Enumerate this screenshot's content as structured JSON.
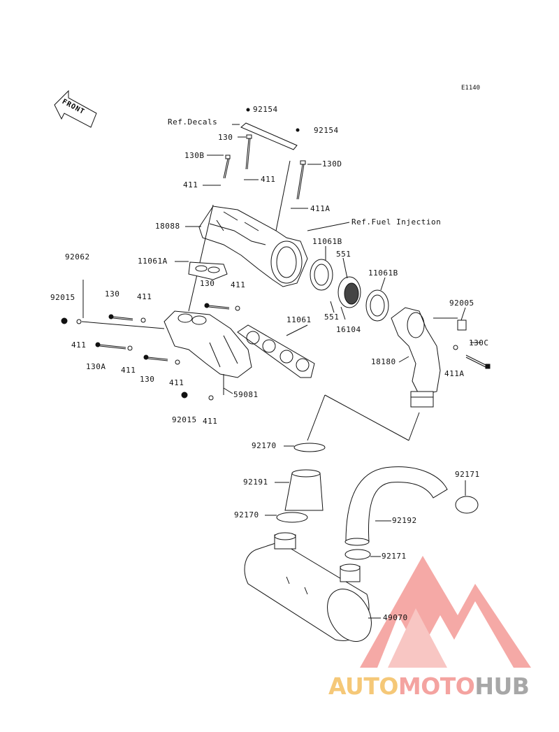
{
  "diagram_code": "E1140",
  "front_arrow": "FRONT",
  "labels": {
    "l92154a": "92154",
    "refDecals": "Ref.Decals",
    "l130top": "130",
    "l92154b": "92154",
    "l130B": "130B",
    "l130D": "130D",
    "l411a": "411",
    "l411b": "411",
    "l411A": "411A",
    "refFuel": "Ref.Fuel Injection",
    "l18088": "18088",
    "l11061Bt": "11061B",
    "l551t": "551",
    "l11061Br": "11061B",
    "l11061A": "11061A",
    "l92062": "92062",
    "l130m": "130",
    "l411m": "411",
    "l130r": "130",
    "l411r": "411",
    "l92015a": "92015",
    "l551b": "551",
    "l16104": "16104",
    "l92005": "92005",
    "l11061": "11061",
    "l411l": "411",
    "l130A": "130A",
    "l411x": "411",
    "l130x": "130",
    "l411y": "411",
    "l18180": "18180",
    "l411A2": "411A",
    "l130C": "130C",
    "l59081": "59081",
    "l92015b": "92015",
    "l411z": "411",
    "l92170a": "92170",
    "l92191": "92191",
    "l92171a": "92171",
    "l92170b": "92170",
    "l92192": "92192",
    "l92171b": "92171",
    "l49070": "49070"
  },
  "watermark": {
    "part1": "AUTO",
    "part2": "MOTO",
    "part3": "HUB"
  },
  "colors": {
    "logo_red": "#f4a3a0",
    "logo_orange": "#f5c878",
    "logo_gray": "#a7a7a7"
  }
}
